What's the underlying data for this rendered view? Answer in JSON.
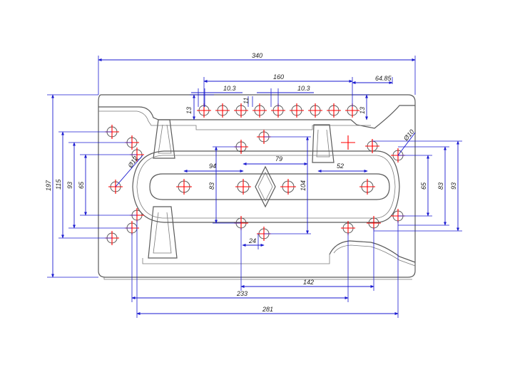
{
  "drawing": {
    "accent_dimension_color": "#1a1ad0",
    "accent_centermark_color": "#ff0000",
    "outline_color": "#5a5a5a",
    "dimensions": {
      "overall_width": "340",
      "hole_row_span": "160",
      "hole_pitch_left": "10.3",
      "hole_pitch_right": "10.3",
      "small_gap": "11",
      "right_offset": "64.85",
      "top_margin_left": "13",
      "top_margin_right": "13",
      "left_height_197": "197",
      "left_height_115": "115",
      "left_height_93": "93",
      "left_height_65": "65",
      "right_height_93": "93",
      "right_height_83": "83",
      "right_height_65": "65",
      "slot_94": "94",
      "slot_79": "79",
      "slot_52": "52",
      "slot_83": "83",
      "slot_104": "104",
      "small_24": "24",
      "bottom_142": "142",
      "bottom_233": "233",
      "bottom_281": "281",
      "diameter_left": "Ø12",
      "diameter_right": "Ø10"
    }
  }
}
